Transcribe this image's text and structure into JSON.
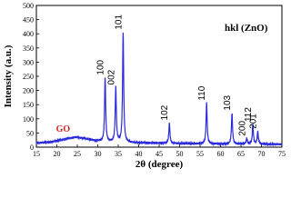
{
  "chart_data": {
    "type": "line",
    "title": "",
    "xlabel": "2θ (degree)",
    "ylabel": "Intensity (a.u.)",
    "xlim": [
      15,
      75
    ],
    "ylim": [
      0,
      500
    ],
    "xticks": [
      15,
      20,
      25,
      30,
      35,
      40,
      45,
      50,
      55,
      60,
      65,
      70,
      75
    ],
    "yticks": [
      0,
      50,
      100,
      150,
      200,
      250,
      300,
      350,
      400,
      450,
      500
    ],
    "grid": false,
    "line_color": "#2b2bdc",
    "series_label": "hkl (ZnO)",
    "broad_hump_label": "GO",
    "broad_hump_label_color": "#d42020",
    "baseline": [
      [
        15,
        15
      ],
      [
        18,
        17
      ],
      [
        20,
        22
      ],
      [
        22,
        28
      ],
      [
        24,
        34
      ],
      [
        25,
        35
      ],
      [
        27,
        30
      ],
      [
        29,
        24
      ],
      [
        31,
        20
      ],
      [
        34,
        18
      ],
      [
        38,
        16
      ],
      [
        45,
        14
      ],
      [
        55,
        12
      ],
      [
        65,
        11
      ],
      [
        75,
        10
      ]
    ],
    "peaks": [
      {
        "label": "100",
        "x": 31.8,
        "y": 245
      },
      {
        "label": "002",
        "x": 34.4,
        "y": 210
      },
      {
        "label": "101",
        "x": 36.2,
        "y": 405
      },
      {
        "label": "102",
        "x": 47.5,
        "y": 85
      },
      {
        "label": "110",
        "x": 56.6,
        "y": 155
      },
      {
        "label": "103",
        "x": 62.8,
        "y": 120
      },
      {
        "label": "200",
        "x": 66.4,
        "y": 30
      },
      {
        "label": "112",
        "x": 67.9,
        "y": 80
      },
      {
        "label": "201",
        "x": 69.1,
        "y": 55
      }
    ]
  }
}
